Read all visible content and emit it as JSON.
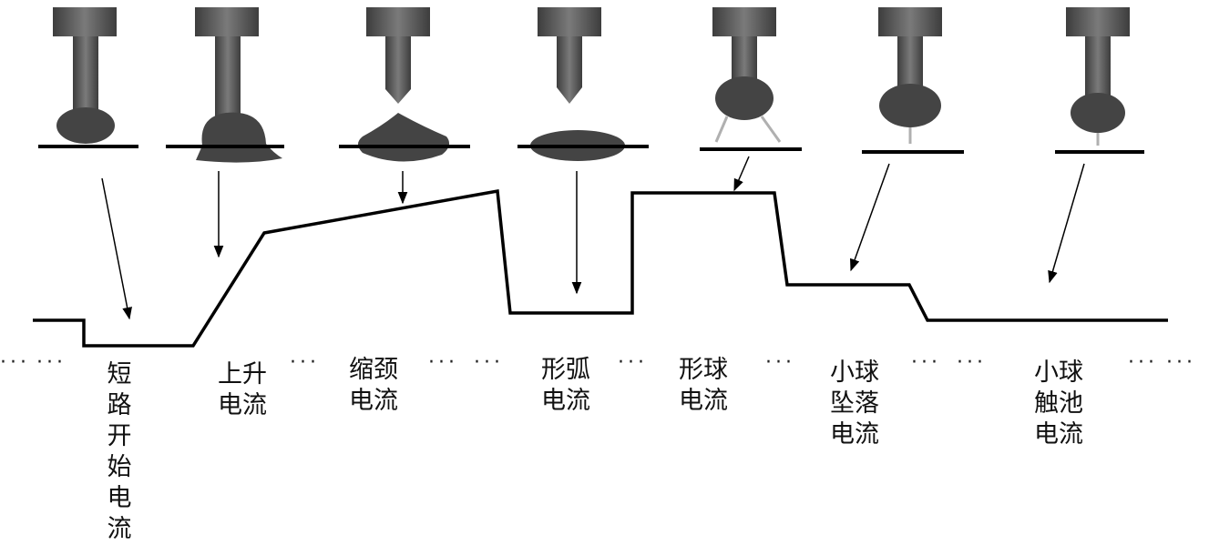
{
  "stages": [
    {
      "label": "短路开始电流"
    },
    {
      "label": "上升电流"
    },
    {
      "label": "缩颈电流"
    },
    {
      "label": "形弧电流"
    },
    {
      "label": "形球电流"
    },
    {
      "label": "小球坠落电流"
    },
    {
      "label": "小球触池电流"
    }
  ],
  "separator": "··· ",
  "colors": {
    "electrode": "#6a6a6a",
    "electrode_dark": "#3a3a3a",
    "droplet": "#4a4a4a",
    "line": "#000000",
    "arrow_hint": "#b0b0b0"
  }
}
